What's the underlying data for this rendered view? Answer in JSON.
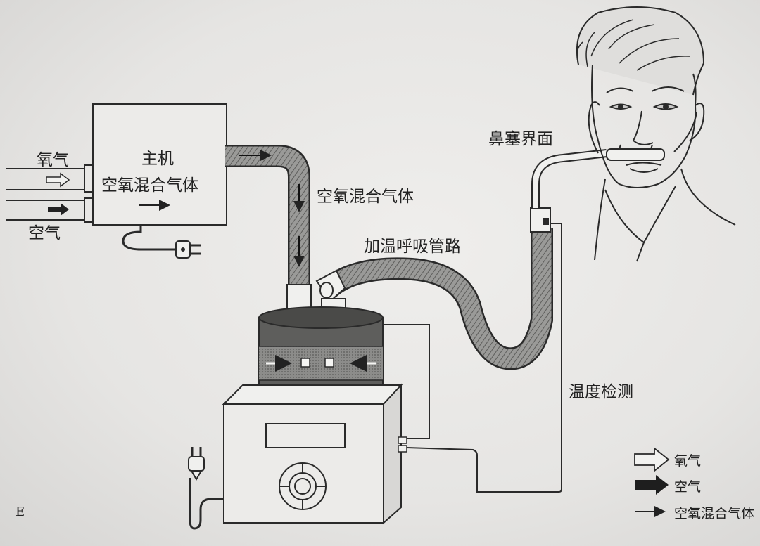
{
  "labels": {
    "oxygen_inlet": "氧气",
    "air_inlet": "空气",
    "main_unit_line1": "主机",
    "main_unit_line2": "空氧混合气体",
    "mixed_gas_tube": "空氧混合气体",
    "heated_circuit": "加温呼吸管路",
    "nasal_interface": "鼻塞界面",
    "temperature_sensing": "温度检测",
    "panel_letter": "E"
  },
  "legend": [
    {
      "icon": "hollow-arrow-icon",
      "label": "氧气"
    },
    {
      "icon": "solid-arrow-icon",
      "label": "空气"
    },
    {
      "icon": "thin-arrow-icon",
      "label": "空氧混合气体"
    }
  ],
  "colors": {
    "ink": "#2a2a2a",
    "paper": "#e9e8e6",
    "tube_texture": "#8a8a8a",
    "chamber_band": "#7a7a7a"
  }
}
